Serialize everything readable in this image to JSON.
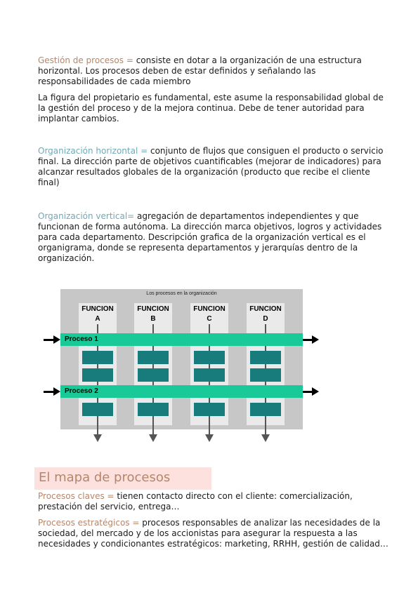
{
  "paragraphs": [
    {
      "term": "Gestión de procesos =",
      "text": " consiste en dotar a la organización de una estructura horizontal. Los procesos deben de estar definidos y señalando las responsabilidades de cada miembro"
    },
    {
      "text": "La figura del propietario es fundamental, este asume la responsabilidad global de la gestión del proceso y de la mejora continua. Debe de tener autoridad para implantar cambios."
    },
    {
      "term": "Organización horizontal =",
      "text": " conjunto de flujos que consiguen el producto o servicio final. La dirección parte de objetivos cuantificables (mejorar de indicadores) para alcanzar resultados globales de la organización (producto que recibe el cliente final)"
    },
    {
      "term": "Organización vertical=",
      "text": " agregación de departamentos independientes y que funcionan de forma autónoma. La dirección marca objetivos, logros y actividades para cada departamento. Descripción grafica de la organización vertical es el organigrama, donde se representa departamentos y jerarquías dentro de la organización."
    }
  ],
  "diagram": {
    "title": "Los procesos en la organización",
    "columns": [
      {
        "line1": "FUNCION",
        "line2": "A"
      },
      {
        "line1": "FUNCION",
        "line2": "B"
      },
      {
        "line1": "FUNCION",
        "line2": "C"
      },
      {
        "line1": "FUNCION",
        "line2": "D"
      }
    ],
    "processes": [
      "Proceso 1",
      "Proceso 2"
    ]
  },
  "map_section": {
    "heading": "El mapa de procesos",
    "paragraphs": [
      {
        "term": "Procesos claves =",
        "text": " tienen contacto directo con el cliente: comercialización, prestación del servicio, entrega…"
      },
      {
        "term": "Procesos estratégicos =",
        "text": " procesos responsables de analizar las necesidades de la sociedad, del mercado y de los accionistas para asegurar la respuesta a las necesidades y condicionantes estratégicos: marketing, RRHH, gestión de calidad…"
      }
    ]
  },
  "colors": {
    "term_brown": "#b5866a",
    "term_blue": "#6fa9b8",
    "heading_bg": "#fce1df",
    "process_band": "#19c997",
    "function_box": "#187c7c"
  }
}
